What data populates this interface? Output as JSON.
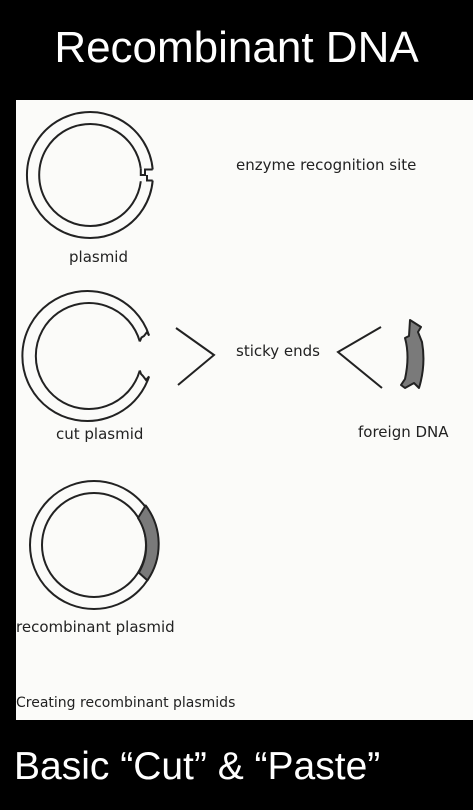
{
  "slide": {
    "title": "Recombinant DNA",
    "subtitle": "Basic “Cut” & “Paste”"
  },
  "figure": {
    "labels": {
      "site": "enzyme recognition site",
      "plasmid": "plasmid",
      "sticky": "sticky ends",
      "cut": "cut plasmid",
      "foreign": "foreign DNA",
      "recombinant": "recombinant plasmid",
      "caption": "Creating recombinant plasmids"
    },
    "colors": {
      "foreign_dna_fill": "#7a7a7a",
      "line": "#222222"
    }
  }
}
